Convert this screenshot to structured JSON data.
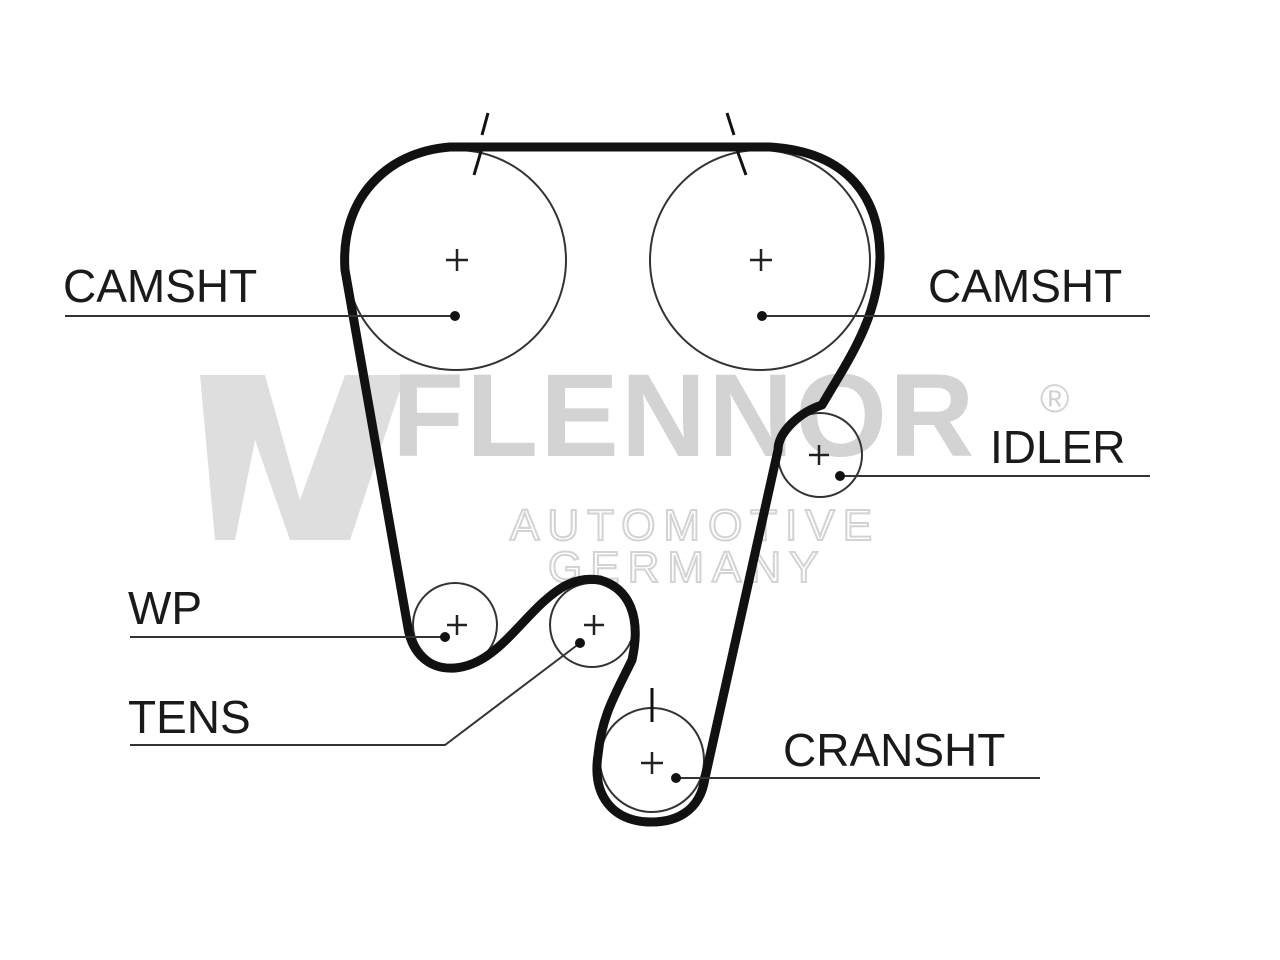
{
  "watermark": {
    "brand": "FLENNOR",
    "registered": "®",
    "line1": "AUTOMOTIVE",
    "line2": "GERMANY"
  },
  "labels": {
    "camshaft_left": "CAMSHT",
    "camshaft_right": "CAMSHT",
    "idler": "IDLER",
    "water_pump": "WP",
    "tensioner": "TENS",
    "crankshaft": "CRANSHT"
  }
}
